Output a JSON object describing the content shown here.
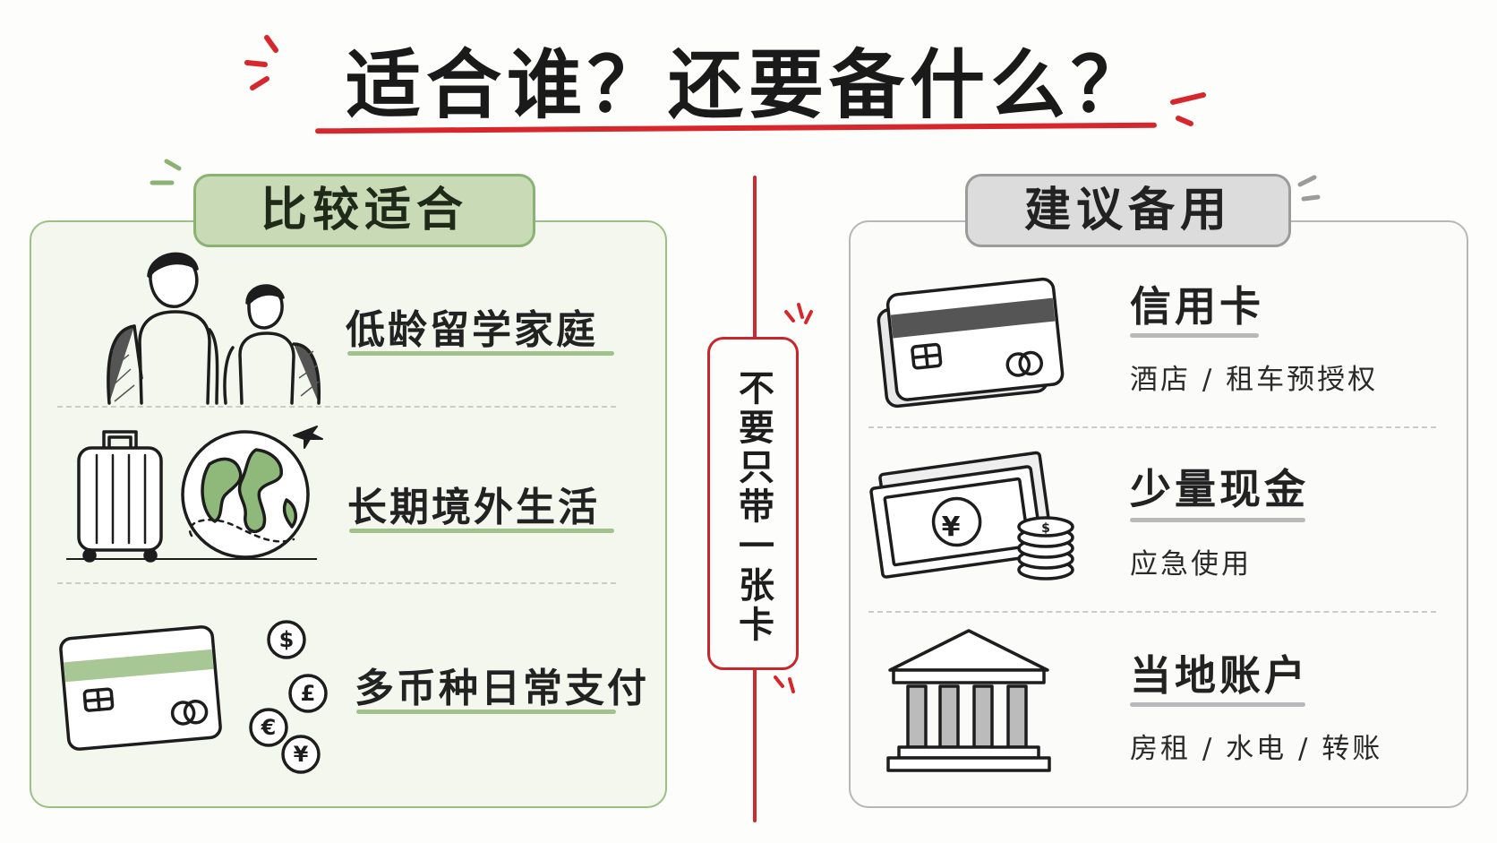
{
  "title": "适合谁？还要备什么？",
  "left_panel": {
    "tag": "比较适合",
    "items": [
      {
        "label": "低龄留学家庭",
        "icon": "family-backpack-icon"
      },
      {
        "label": "长期境外生活",
        "icon": "suitcase-globe-icon"
      },
      {
        "label": "多币种日常支付",
        "icon": "card-currency-icon"
      }
    ]
  },
  "center": {
    "note": "不要只带一张卡"
  },
  "right_panel": {
    "tag": "建议备用",
    "items": [
      {
        "title": "信用卡",
        "subtitle": "酒店 / 租车预授权",
        "icon": "credit-card-icon"
      },
      {
        "title": "少量现金",
        "subtitle": "应急使用",
        "icon": "cash-coins-icon"
      },
      {
        "title": "当地账户",
        "subtitle": "房租 / 水电 / 转账",
        "icon": "bank-icon"
      }
    ]
  },
  "colors": {
    "accent_red": "#d7262c",
    "green": "#9cbf88",
    "gray": "#b7b7b7"
  }
}
